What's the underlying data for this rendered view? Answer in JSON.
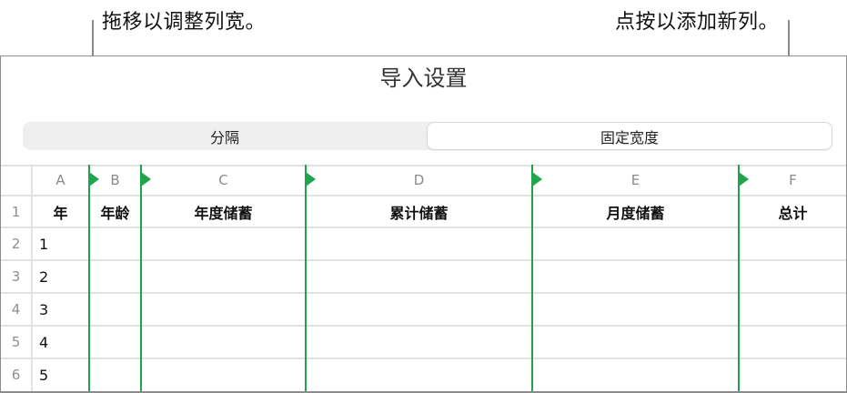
{
  "callouts": {
    "left": "拖移以调整列宽。",
    "right": "点按以添加新列。"
  },
  "dialog": {
    "title": "导入设置",
    "segmented": [
      {
        "label": "分隔",
        "selected": false
      },
      {
        "label": "固定宽度",
        "selected": true
      }
    ]
  },
  "table": {
    "column_letters": [
      "A",
      "B",
      "C",
      "D",
      "E",
      "F"
    ],
    "header_row_number": "1",
    "headers": [
      "年",
      "年龄",
      "年度储蓄",
      "累计储蓄",
      "月度储蓄",
      "总计"
    ],
    "row_numbers": [
      "2",
      "3",
      "4",
      "5",
      "6"
    ],
    "col_a_values": [
      "1",
      "2",
      "3",
      "4",
      "5"
    ],
    "divider_color": "#20a44b"
  }
}
